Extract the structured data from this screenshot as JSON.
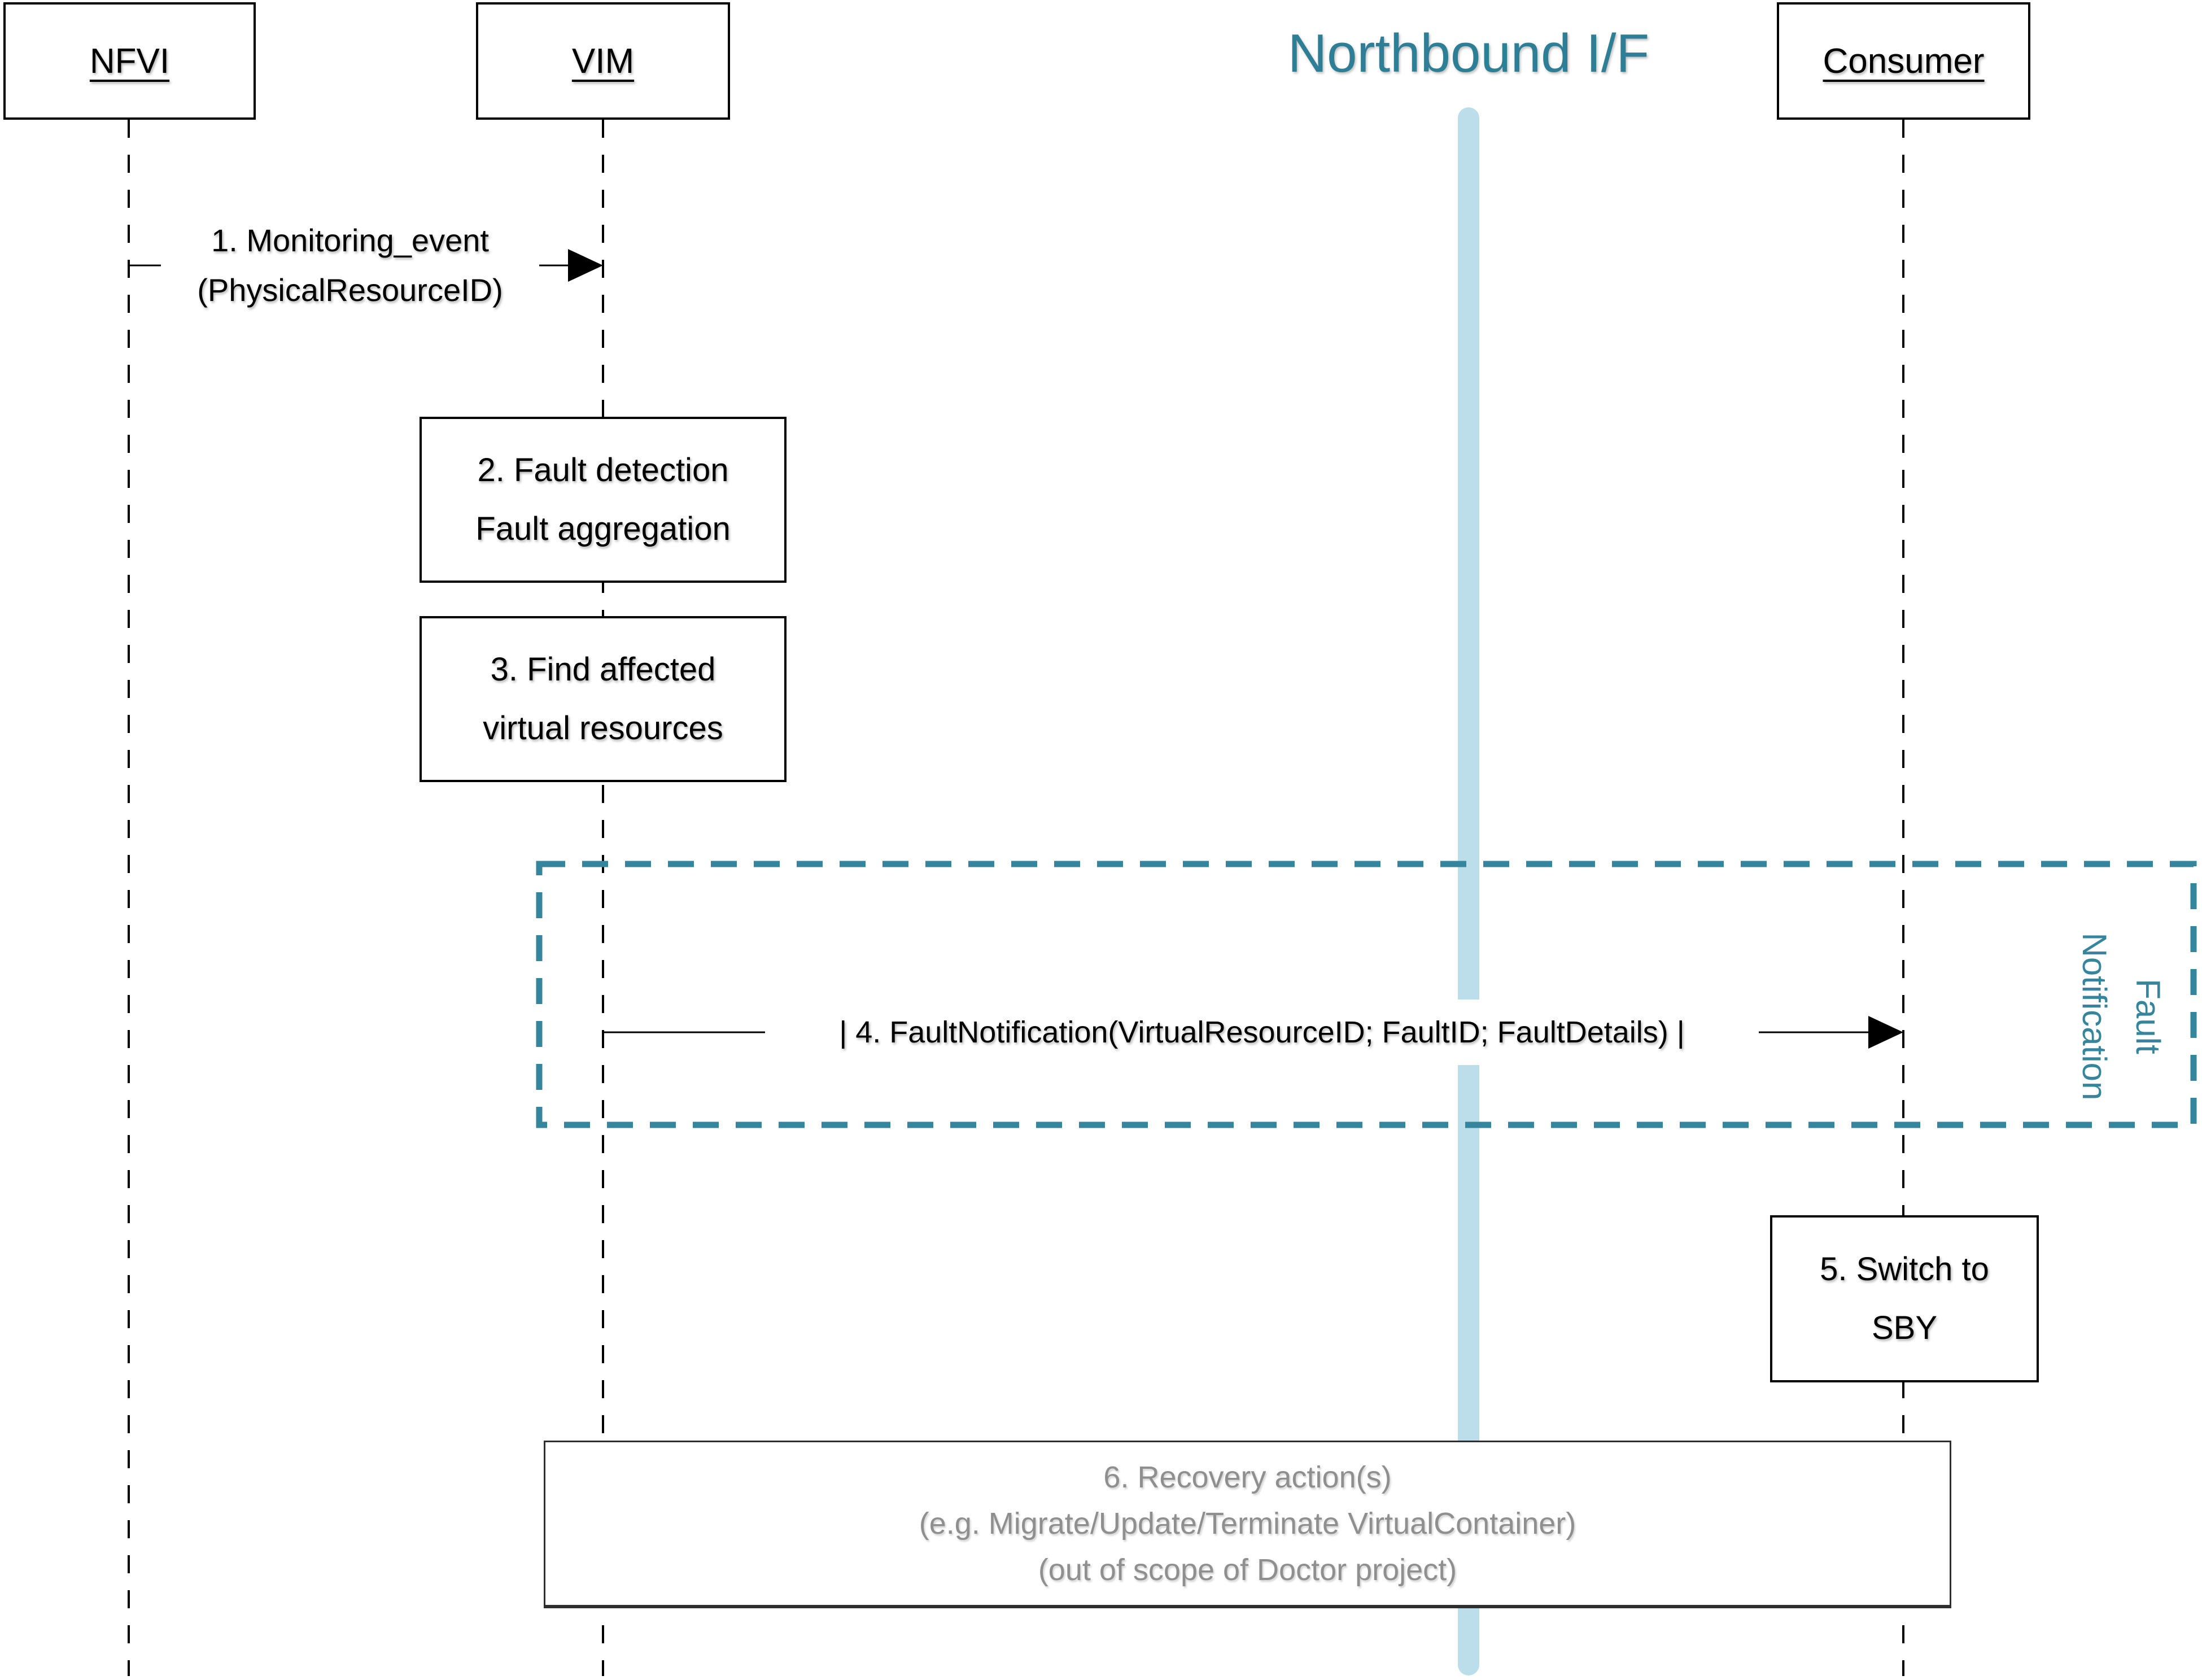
{
  "title": "Northbound I/F",
  "lifelines": {
    "nfvi": {
      "label": "NFVI"
    },
    "vim": {
      "label": "VIM"
    },
    "consumer": {
      "label": "Consumer"
    }
  },
  "messages": {
    "m1": {
      "line1": "1. Monitoring_event",
      "line2": "(PhysicalResourceID)",
      "from": "NFVI",
      "to": "VIM"
    },
    "m4": {
      "label": "| 4. FaultNotification(VirtualResourceID; FaultID; FaultDetails) |",
      "from": "VIM",
      "to": "Consumer"
    }
  },
  "activities": {
    "a2": {
      "line1": "2. Fault detection",
      "line2": "Fault aggregation",
      "lifeline": "VIM"
    },
    "a3": {
      "line1": "3. Find affected",
      "line2": "virtual resources",
      "lifeline": "VIM"
    },
    "a5": {
      "line1": "5. Switch to",
      "line2": "SBY",
      "lifeline": "Consumer"
    },
    "a6": {
      "line1": "6. Recovery action(s)",
      "line2": "(e.g. Migrate/Update/Terminate VirtualContainer)",
      "line3": "(out of scope of Doctor project)"
    }
  },
  "group": {
    "label_line1": "Fault",
    "label_line2": "Notification"
  },
  "colors": {
    "teal_title": "#2e7e96",
    "teal_dash": "#35869c",
    "bar_fill": "#bcdeea",
    "gray_text": "#8f8f8f",
    "line_black": "#000000"
  }
}
